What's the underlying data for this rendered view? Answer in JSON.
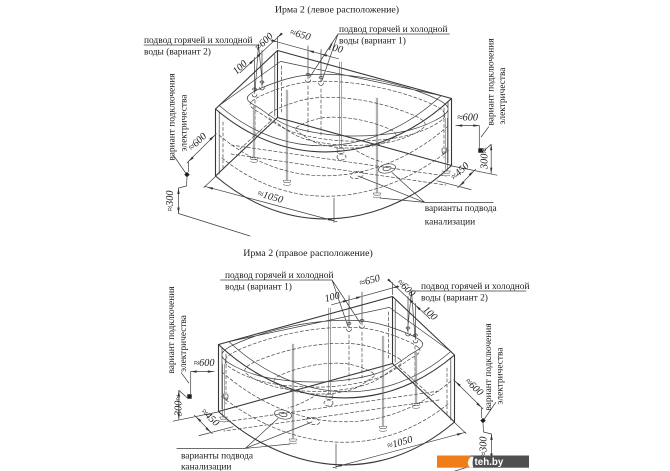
{
  "page": {
    "background": "#ffffff"
  },
  "diagrams": {
    "left": {
      "title": "Ирма 2 (левое расположение)",
      "labels": {
        "supply_v2_line1": "подвод горячей и холодной",
        "supply_v2_line2": "воды (вариант 2)",
        "supply_v1_line1": "подвод горячей и холодной",
        "supply_v1_line2": "воды (вариант 1)",
        "electric_left_line1": "вариант подключения",
        "electric_left_line2": "электричества",
        "electric_right_line1": "вариант подключения",
        "electric_right_line2": "электричества",
        "sewer_line1": "варианты подвода",
        "sewer_line2": "канализации"
      },
      "dims": {
        "top_650": "≈650",
        "top_100_right": "100",
        "top_600": "≈600",
        "top_100_left": "100",
        "left_600": "≈600",
        "left_300": "≈300",
        "bottom_1050": "≈1050",
        "right_600": "≈600",
        "right_300": "300≈",
        "right_450": "≈450"
      }
    },
    "right": {
      "title": "Ирма 2 (правое расположение)",
      "labels": {
        "supply_v1_line1": "подвод горячей и холодной",
        "supply_v1_line2": "воды (вариант 1)",
        "supply_v2_line1": "подвод горячей и холодной",
        "supply_v2_line2": "воды (вариант 2)",
        "electric_left_line1": "вариант подключения",
        "electric_left_line2": "электричества",
        "electric_right_line1": "вариант подключения",
        "electric_right_line2": "электричества",
        "sewer_line1": "варианты подвода",
        "sewer_line2": "канализации"
      },
      "dims": {
        "top_650": "≈650",
        "top_100_left": "100",
        "top_600": "≈600",
        "top_100_right": "100",
        "left_600": "≈600",
        "left_300": "300≈",
        "left_450": "≈450",
        "bottom_1050": "≈1050",
        "right_300": "≈300",
        "right_600": "≈600"
      }
    }
  },
  "watermark": {
    "text": "teh.by",
    "orange_color": "#f07d1a",
    "gray_color": "#4e4f51",
    "logo_icon": "drop-icon"
  },
  "colors": {
    "line": "#373737",
    "thin": "#454545",
    "text": "#1c1c1c"
  }
}
